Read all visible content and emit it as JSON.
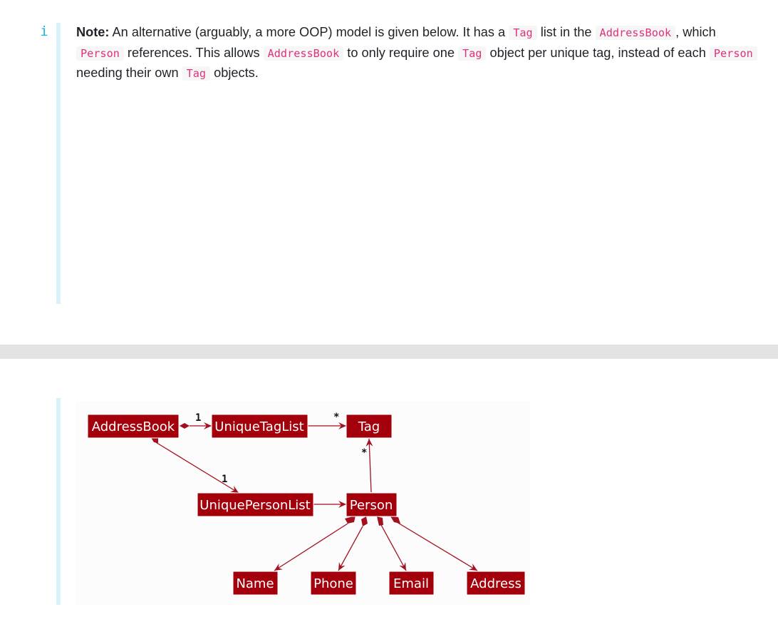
{
  "note": {
    "icon": "info-icon",
    "label": "Note:",
    "segments": [
      "An alternative (arguably, a more OOP) model is given below. It has a ",
      "Tag",
      " list in the ",
      "AddressBook",
      ", which ",
      "Person",
      " references. This allows ",
      "AddressBook",
      " to only require one ",
      "Tag",
      " object per unique tag, instead of each ",
      "Person",
      " needing their own ",
      "Tag",
      " objects."
    ]
  },
  "diagram": {
    "colors": {
      "class_fill": "#a3000b",
      "class_text": "#ffffff",
      "line": "#a3101e",
      "accent_bar": "#d8f2fb"
    },
    "classes": {
      "address_book": "AddressBook",
      "unique_tag_list": "UniqueTagList",
      "tag": "Tag",
      "unique_person_list": "UniquePersonList",
      "person": "Person",
      "name": "Name",
      "phone": "Phone",
      "email": "Email",
      "address": "Address"
    },
    "multiplicities": {
      "addressbook_to_taglist": "1",
      "taglist_to_tag": "*",
      "person_to_tag": "*",
      "addressbook_to_personlist": "1"
    }
  }
}
